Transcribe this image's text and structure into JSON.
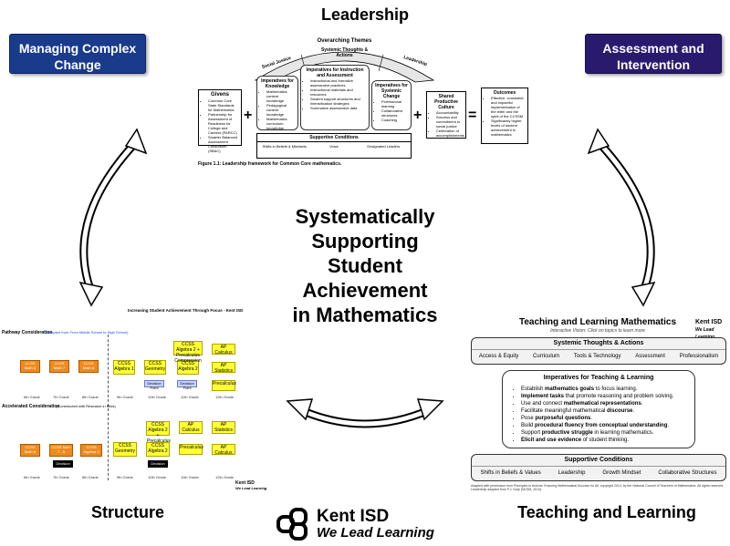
{
  "header": {
    "title": "Leadership"
  },
  "badges": {
    "left": {
      "label": "Managing Complex Change",
      "color": "#1a3a8c"
    },
    "right": {
      "label": "Assessment and Intervention",
      "color": "#2a1a6e"
    }
  },
  "center": {
    "lines": [
      "Systematically",
      "Supporting",
      "Student",
      "Achievement",
      "in Mathematics"
    ]
  },
  "corner_labels": {
    "structure": "Structure",
    "teaching": "Teaching and Learning"
  },
  "logo": {
    "name": "Kent ISD",
    "tagline": "We Lead Learning"
  },
  "leadership_figure": {
    "overarching": "Overarching Themes",
    "arc_left": "Social Justice",
    "arc_mid": "Systemic Thoughts & Actions",
    "arc_right": "Leadership",
    "givens_title": "Givens",
    "givens_items": [
      "Common Core State Standards for Mathematics",
      "Partnership for Assessment of Readiness for College and Careers (PARCC)",
      "Smarter Balanced Assessment Consortium (SBAC)"
    ],
    "knowledge_title": "Imperatives for Knowledge",
    "knowledge_items": [
      "Mathematics content knowledge",
      "Pedagogical content knowledge",
      "Mathematics curriculum knowledge"
    ],
    "instruction_title": "Imperatives for Instruction and Assessment",
    "instruction_items": [
      "Instructional and formative assessment practices",
      "Instructional materials and resources",
      "Student support structures and intensification strategies",
      "Summative assessment data"
    ],
    "systemic_title": "Imperatives for Systemic Change",
    "systemic_items": [
      "Professional learning",
      "Collaborative structures",
      "Coaching"
    ],
    "culture_title": "Shared Productive Culture",
    "culture_items": [
      "Accountability",
      "Success and commitment to social justice",
      "Celebration of accomplishments"
    ],
    "outcomes_title": "Outcomes",
    "outcomes_items": [
      "Effective, consistent, and impactful implementation of the letter and the spirit of the CCSSM",
      "Significantly higher levels of student achievement in mathematics"
    ],
    "supporting_title": "Supportive Conditions",
    "supporting_items": [
      "Shifts in Beliefs & Mindsets",
      "Voice",
      "Designated Leaders"
    ],
    "plus": "+",
    "equals": "=",
    "caption": "Figure 1.1: Leadership framework for Common Core mathematics."
  },
  "structure_figure": {
    "title": "Increasing Student Achievement Through Focus - Kent ISD",
    "pathway_label": "Pathway Consideration",
    "pathway_note": "(Adapted from From Middle School to High School)",
    "accel_label": "Accelerated Consideration",
    "accel_note": "(Constructed with Research in Mind)",
    "row1": [
      "CCSS Math 6",
      "CCSS Math 7",
      "CCSS Math 8",
      "CCSS Algebra 1",
      "CCSS Geometry",
      "CCSS Algebra 2"
    ],
    "row1_extra": [
      "AP Calculus",
      "AP Statistics",
      "Precalculus",
      "CCSS Algebra 2 + Precalculus Compression"
    ],
    "decision": [
      "Decision Point",
      "Decision Point"
    ],
    "row2": [
      "CCSS Math 6",
      "CCSS Math 7 - 8",
      "CCSS Algebra 1",
      "CCSS Geometry",
      "CCSS Algebra 2",
      "Precalculus"
    ],
    "row2_extra": [
      "CCSS Algebra 2 + Precalculus",
      "AP Calculus",
      "AP Statistics",
      "AP Calculus"
    ],
    "grades1": [
      "6th Grade",
      "7th Grade",
      "8th Grade",
      "9th Grade",
      "10th Grade",
      "11th Grade",
      "12th Grade"
    ],
    "grades2": [
      "6th Grade",
      "7th Grade",
      "8th Grade",
      "9th Grade",
      "10th Grade",
      "11th Grade",
      "12th Grade"
    ]
  },
  "teaching_figure": {
    "title": "Teaching and Learning Mathematics",
    "subtitle": "Interactive Vision: Click on topics to learn more",
    "systemic_title": "Systemic Thoughts & Actions",
    "systemic_items": [
      "Access & Equity",
      "Curriculum",
      "Tools & Technology",
      "Assessment",
      "Professionalism"
    ],
    "imperatives_title": "Imperatives for Teaching & Learning",
    "imperatives": [
      [
        "Establish ",
        "mathematics goals",
        " to focus learning."
      ],
      [
        "",
        "Implement tasks",
        " that promote reasoning and problem solving."
      ],
      [
        "Use and connect ",
        "mathematical representations",
        "."
      ],
      [
        "Facilitate meaningful mathematical ",
        "discourse",
        "."
      ],
      [
        "Pose ",
        "purposeful questions",
        "."
      ],
      [
        "Build ",
        "procedural fluency from conceptual understanding",
        "."
      ],
      [
        "Support ",
        "productive struggle",
        " in learning mathematics."
      ],
      [
        "",
        "Elicit and use evidence",
        " of student thinking."
      ]
    ],
    "supportive_title": "Supportive Conditions",
    "supportive_items": [
      "Shifts in Beliefs & Values",
      "Leadership",
      "Growth Mindset",
      "Collaborative Structures"
    ],
    "footnote": "Adapted with permission from Principles to Actions: Ensuring Mathematical Success for All, copyright 2014, by the National Council of Teachers of Mathematics. All rights reserved. Leadership adapted from P.J. Karp (NCSM, 2014)."
  }
}
